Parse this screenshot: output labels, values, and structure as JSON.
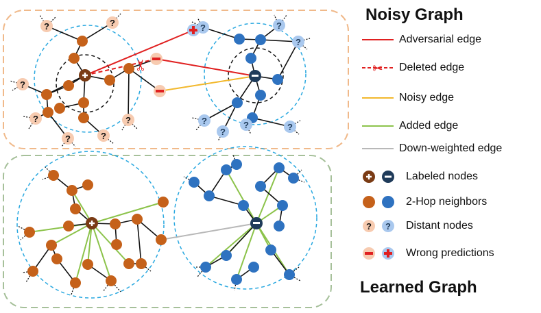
{
  "titles": {
    "noisy": "Noisy Graph",
    "learned": "Learned Graph"
  },
  "legend": {
    "adversarial_edge": "Adversarial edge",
    "deleted_edge": "Deleted edge",
    "noisy_edge": "Noisy edge",
    "added_edge": "Added edge",
    "down_weighted_edge": "Down-weighted edge",
    "labeled_nodes": "Labeled nodes",
    "two_hop_neighbors": "2-Hop neighbors",
    "distant_nodes": "Distant nodes",
    "wrong_predictions": "Wrong predictions"
  },
  "glyphs": {
    "plus": "+",
    "minus": "−",
    "question": "?",
    "scissors": "✂"
  },
  "colors": {
    "orange_node": "#c5611a",
    "blue_node": "#2e72c0",
    "dark_brown": "#7a3b14",
    "dark_blue": "#1f3b5a",
    "adversarial": "#e02020",
    "noisy": "#f2b82c",
    "added": "#8cc34b",
    "down_weighted": "#b8b8b8",
    "dashed_circle": "#29a8e0",
    "noisy_panel_border": "#f0b98a",
    "learned_panel_border": "#a6c09a",
    "distant_orange": "#f7cbb0",
    "distant_blue": "#a9c8ee"
  }
}
